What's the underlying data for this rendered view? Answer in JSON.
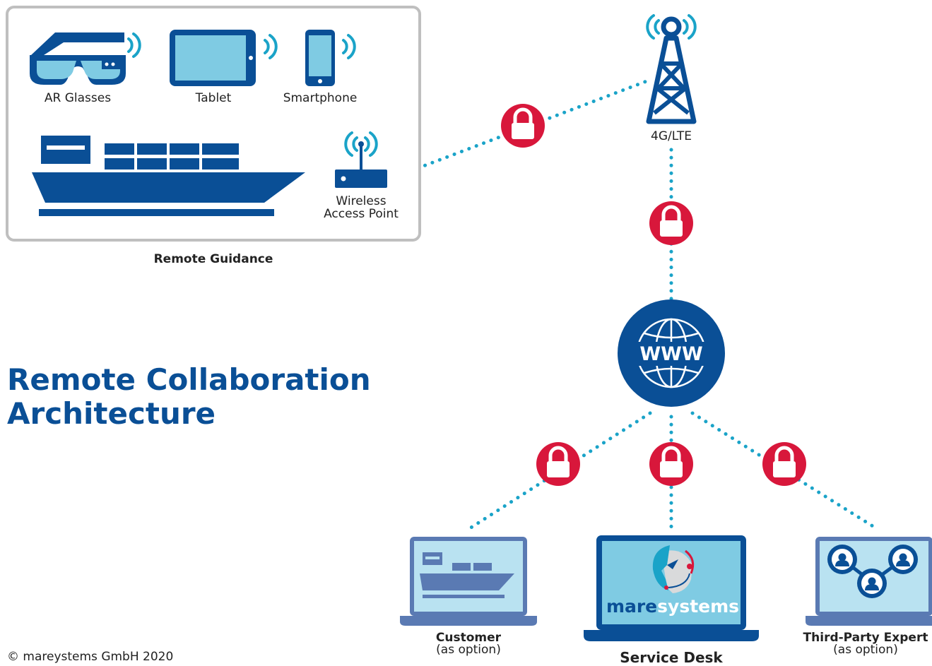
{
  "title": {
    "line1": "Remote Collaboration",
    "line2": "Architecture"
  },
  "remote_guidance": {
    "caption": "Remote Guidance",
    "devices": [
      {
        "label": "AR Glasses",
        "icon": "ar-glasses-icon"
      },
      {
        "label": "Tablet",
        "icon": "tablet-icon"
      },
      {
        "label": "Smartphone",
        "icon": "smartphone-icon"
      }
    ],
    "access_point": {
      "line1": "Wireless",
      "line2": "Access Point",
      "icon": "router-icon"
    },
    "ship_icon": "ship-icon"
  },
  "tower": {
    "label": "4G/LTE",
    "icon": "cell-tower-icon"
  },
  "internet": {
    "label": "WWW",
    "icon": "globe-icon"
  },
  "endpoints": {
    "customer": {
      "name": "Customer",
      "note": "(as option)"
    },
    "service_desk": {
      "name": "Service Desk",
      "brand_a": "mare",
      "brand_b": "systems"
    },
    "third_party": {
      "name": "Third-Party Expert",
      "note": "(as option)"
    }
  },
  "copyright": "© mareystems GmbH 2020",
  "colors": {
    "brand_blue": "#0a4f96",
    "light_blue": "#7fcbe3",
    "cyan_link": "#1aa3c8",
    "lock_red": "#d8173b",
    "frame_gray": "#bfbfbf"
  }
}
